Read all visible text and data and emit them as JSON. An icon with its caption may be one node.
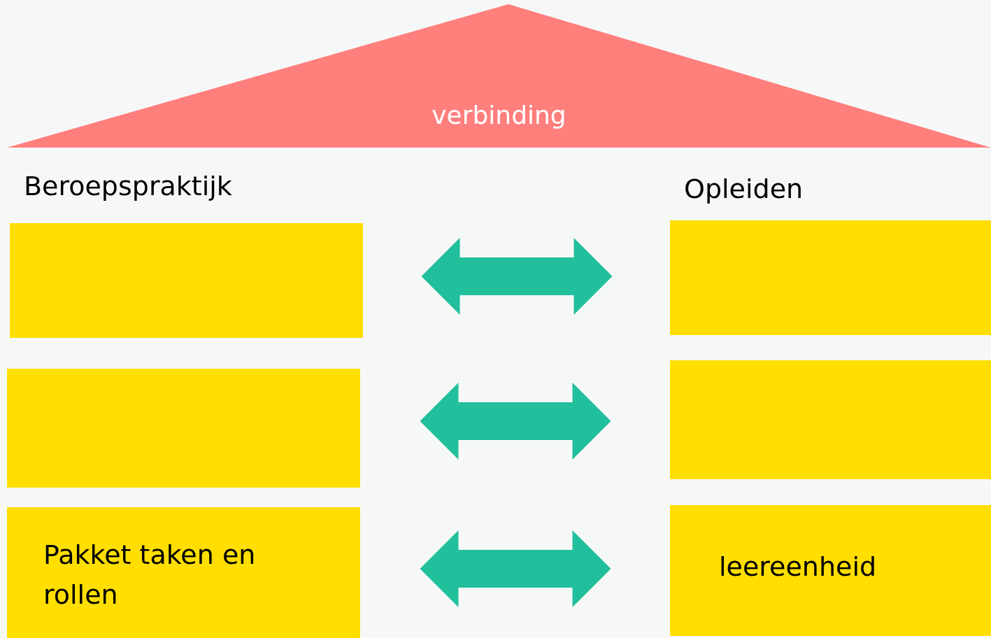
{
  "diagram": {
    "nodes": [
      {
        "text": [
          "verbinding"
        ]
      },
      {
        "text": [],
        "shape": "box"
      },
      {
        "text": [],
        "shape": "box"
      },
      {
        "text": [],
        "shape": "box"
      },
      {
        "text": [],
        "shape": "box"
      },
      {
        "text": [
          "Pakket taken en rollen"
        ]
      },
      {
        "text": [
          "leereenheid"
        ]
      }
    ],
    "edges": [
      {
        "from": 1,
        "to": 2,
        "arrow": "both"
      },
      {
        "from": 3,
        "to": 4,
        "arrow": "both"
      },
      {
        "from": 5,
        "to": 6,
        "arrow": "both"
      }
    ],
    "labels": [
      "Beroepspraktijk",
      "Opleiden"
    ]
  }
}
